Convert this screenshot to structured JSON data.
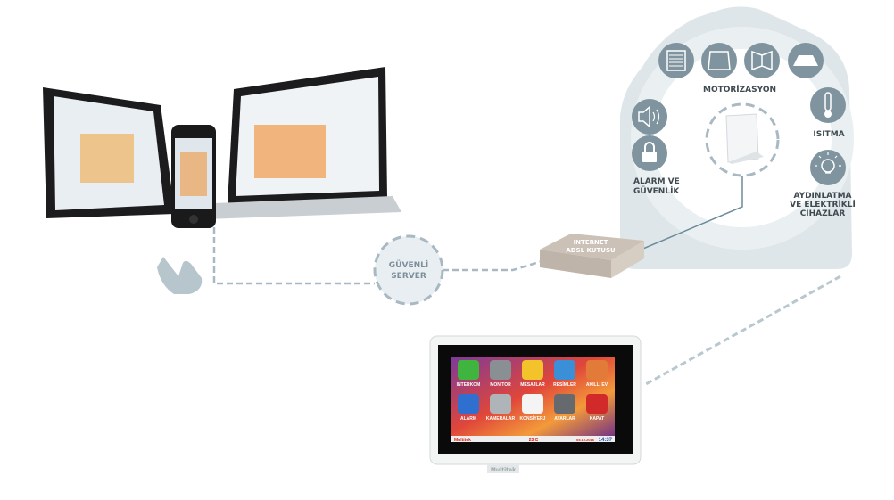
{
  "house": {
    "groups": {
      "motorization": "MOTORİZASYON",
      "heating": "ISITMA",
      "alarm_line1": "ALARM VE",
      "alarm_line2": "GÜVENLİK",
      "lighting_line1": "AYDINLATMA",
      "lighting_line2": "VE ELEKTRİKLİ",
      "lighting_line3": "CİHAZLAR"
    }
  },
  "network": {
    "server_line1": "GÜVENLİ",
    "server_line2": "SERVER",
    "box_line1": "INTERNET",
    "box_line2": "ADSL KUTUSU"
  },
  "panel": {
    "apps": [
      "INTERKOM",
      "MONITOR",
      "MESAJLAR",
      "RESİMLER",
      "AKILLI EV",
      "ALARM",
      "KAMERALAR",
      "KONSİYERJ",
      "AYARLAR",
      "KAPAT"
    ],
    "status": {
      "brand": "Multitek",
      "temperature": "23 C",
      "date": "05.10.2016",
      "time": "14:37"
    },
    "brand_logo": "Multitek"
  },
  "colors": {
    "icon_bg": "#7f949e",
    "house_bg": "#dfe6ea",
    "dash": "#a9b9c3",
    "box": "#c9bfb4"
  }
}
